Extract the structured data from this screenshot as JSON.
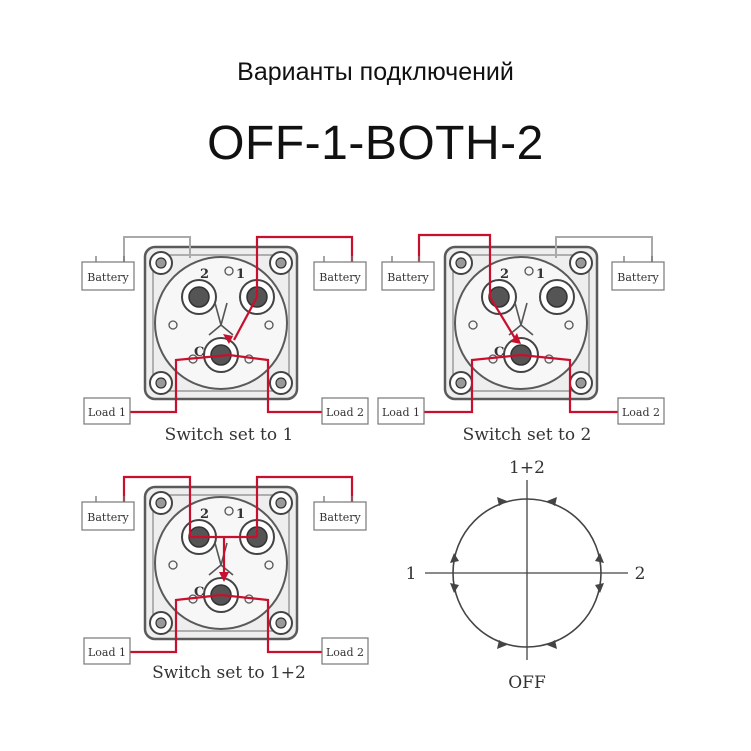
{
  "header": {
    "subtitle": "Варианты подключений",
    "title": "OFF-1-BOTH-2"
  },
  "terminals": {
    "t2": "2",
    "t1": "1",
    "common": "C"
  },
  "labels": {
    "battery": "Battery",
    "load1": "Load 1",
    "load2": "Load 2"
  },
  "captions": {
    "switch1": "Switch set to 1",
    "switch2": "Switch set to 2",
    "switch_both": "Switch set to 1+2"
  },
  "dial": {
    "top": "1+2",
    "left": "1",
    "right": "2",
    "bottom": "OFF"
  },
  "colors": {
    "wire_red": "#c8102e",
    "wire_gray": "#a9a9a9",
    "body": "#5a5a5a"
  }
}
